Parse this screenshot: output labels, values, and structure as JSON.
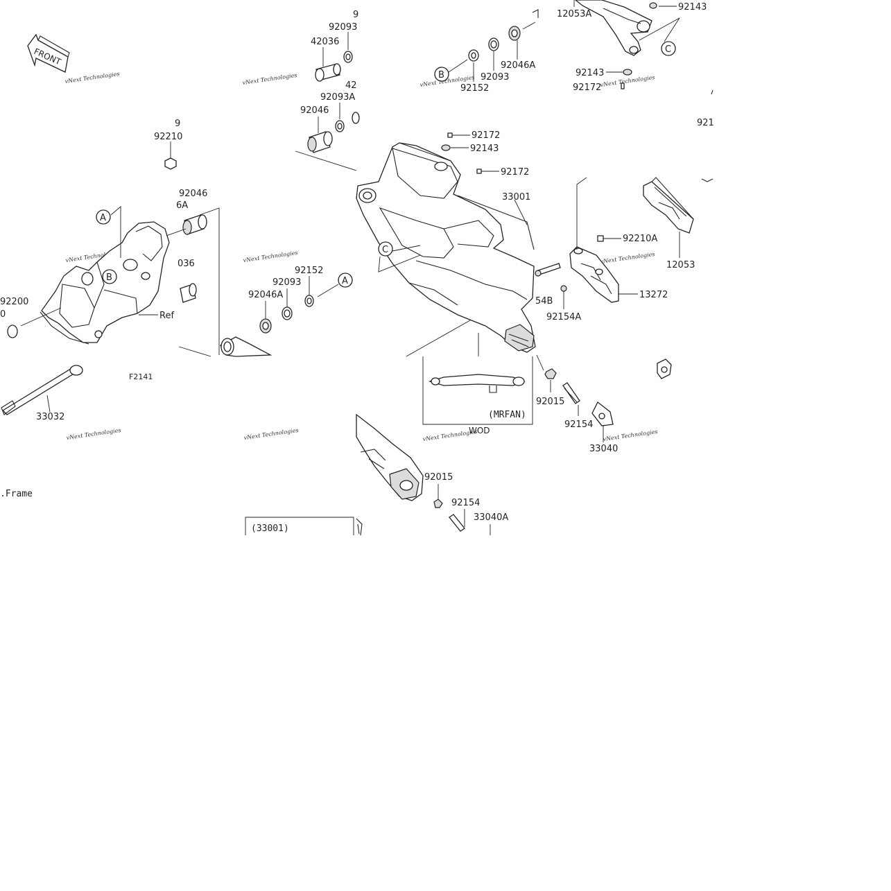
{
  "watermark": "vNext Technologies",
  "front_label": "FRONT",
  "ref_codes": [
    "F2141",
    "WOD",
    "(MRFAN)",
    "(33001)",
    "Ref",
    ".Frame"
  ],
  "callouts": [
    "A",
    "B",
    "C"
  ],
  "parts": {
    "p92093_top": "92093",
    "p42036_top": "42036",
    "p92093A": "92093A",
    "p92046_top": "92046",
    "p42_cut": "42",
    "p9_cut_top": "9",
    "p92152_top": "92152",
    "p92093_mid": "92093",
    "p92046A_top": "92046A",
    "p12053A": "12053A",
    "p92143_top": "92143",
    "p92143_b": "92143",
    "p92172_top": "92172",
    "p92172_a": "92172",
    "p92143_c": "92143",
    "p92172_b": "92172",
    "p33001": "33001",
    "p92210_left": "92210",
    "p9_left": "9",
    "p92046_left": "92046",
    "p6A_left": "6A",
    "p036_left": "036",
    "p92200": "92200",
    "p0_left": "0",
    "p33032": "33032",
    "p92152_mid": "92152",
    "p92093_low": "92093",
    "p92046A_low": "92046A",
    "p92210A": "92210A",
    "p12053": "12053",
    "p54B": "54B",
    "p13272": "13272",
    "p92154A": "92154A",
    "p92015_right": "92015",
    "p92154_right": "92154",
    "p33040": "33040",
    "p92015_low": "92015",
    "p92154_low": "92154",
    "p33040A": "33040A",
    "p921_cut": "921"
  }
}
